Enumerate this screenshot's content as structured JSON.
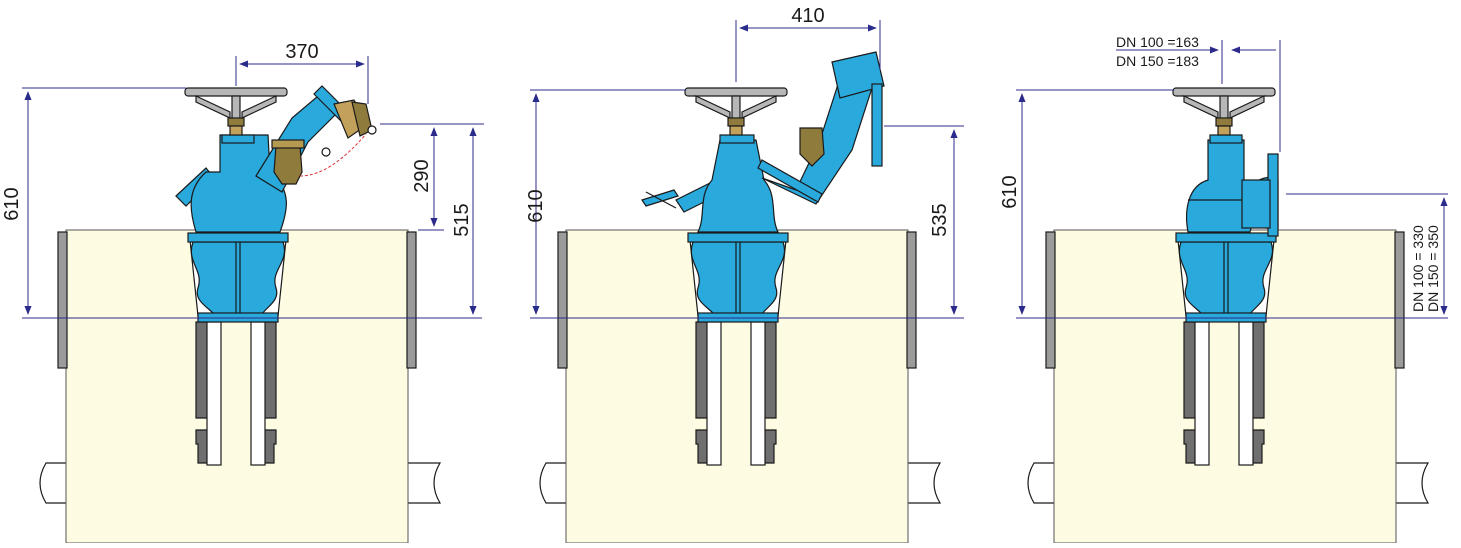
{
  "colors": {
    "valve_body": "#29a9dc",
    "casing": "#fdfbe1",
    "dimension_line": "#2b2b8c",
    "spindle_cap": "#8f7b3c",
    "handwheel": "#b7b7b7",
    "outline": "#1a1a1a"
  },
  "icons": [
    "handwheel-icon",
    "coupling-icon",
    "chain-icon",
    "flange-icon",
    "pipe-icon"
  ],
  "views": [
    {
      "dims": {
        "width_top": "370",
        "height_overall": "610",
        "height_outlet": "290",
        "height_base": "515"
      }
    },
    {
      "dims": {
        "width_top": "410",
        "height_overall": "610",
        "height_base": "535"
      }
    },
    {
      "dims": {
        "height_overall": "610",
        "dn_top_1": "DN 100 =163",
        "dn_top_2": "DN 150 =183",
        "dn_side_1": "DN 100 = 330",
        "dn_side_2": "DN 150 = 350"
      }
    }
  ]
}
